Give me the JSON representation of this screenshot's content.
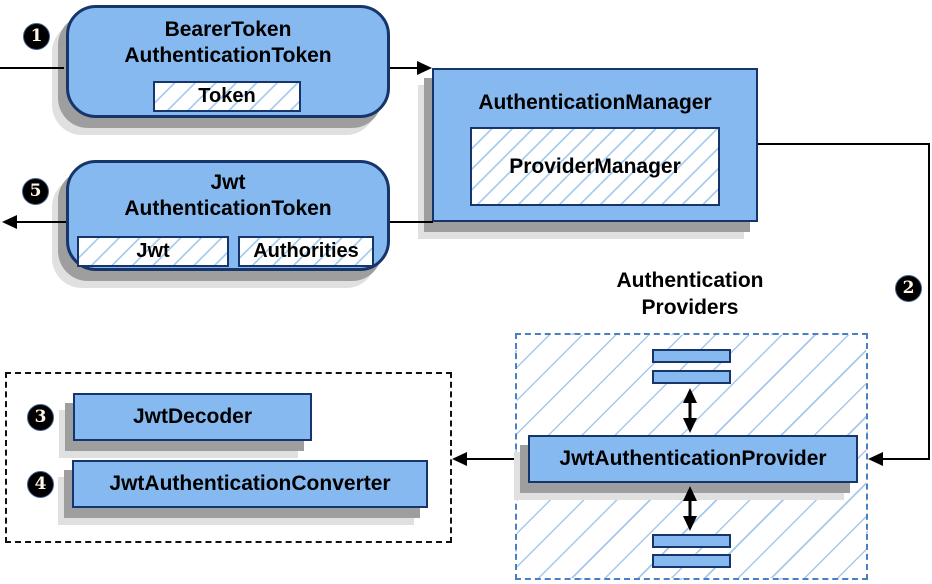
{
  "diagram": {
    "steps": {
      "s1": "1",
      "s2": "2",
      "s3": "3",
      "s4": "4",
      "s5": "5"
    },
    "bearer_box": {
      "line1": "BearerToken",
      "line2": "AuthenticationToken",
      "token": "Token"
    },
    "manager_box": {
      "title": "AuthenticationManager",
      "inner": "ProviderManager"
    },
    "jwt_box": {
      "line1": "Jwt",
      "line2": "AuthenticationToken",
      "jwt": "Jwt",
      "authorities": "Authorities"
    },
    "providers": {
      "label_line1": "Authentication",
      "label_line2": "Providers",
      "provider": "JwtAuthenticationProvider"
    },
    "converter_zone": {
      "decoder": "JwtDecoder",
      "converter": "JwtAuthenticationConverter"
    },
    "colors": {
      "box_fill": "#85b9f0",
      "box_border": "#15356b",
      "hatch_line": "#a9cdf0",
      "providers_dash": "#4a7fc1",
      "black_dash": "#111111",
      "shadow_dark": "#9e9e9e",
      "shadow_light": "#e0e0e0",
      "connector": "#000000",
      "badge_bg": "#000000",
      "badge_text": "#fff6e8"
    }
  }
}
